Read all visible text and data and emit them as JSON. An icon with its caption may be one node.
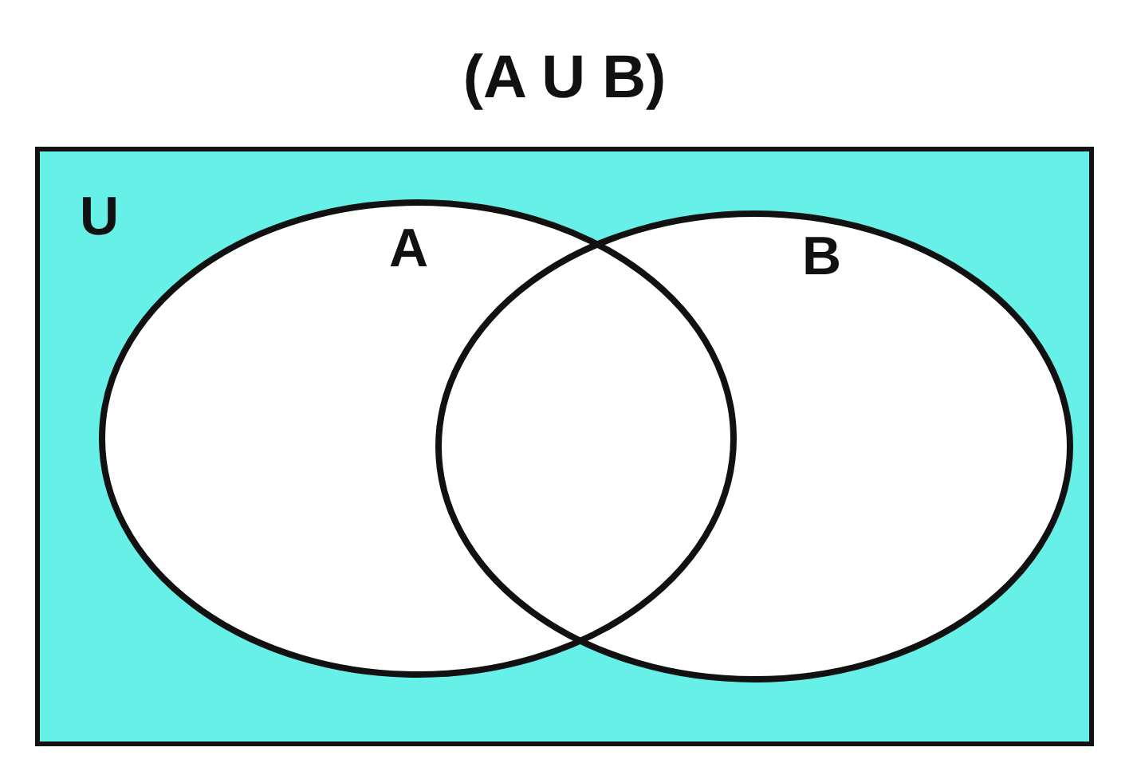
{
  "diagram": {
    "title": "(A U B)",
    "nodes": [
      {
        "text": [
          "U"
        ]
      },
      {
        "text": [
          "A"
        ],
        "in": 0
      },
      {
        "text": [
          "B"
        ],
        "in": 0
      }
    ]
  }
}
